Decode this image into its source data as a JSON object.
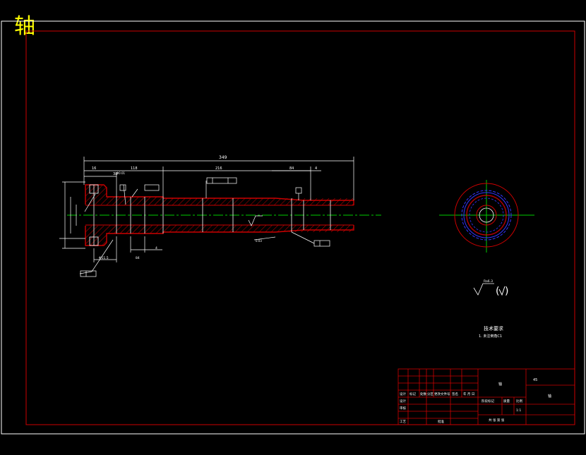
{
  "title": "轴",
  "dimensions": {
    "overall_length": "349",
    "top_dims": [
      "16",
      "38",
      "118",
      "216",
      "84",
      "4"
    ],
    "small_dims": [
      "Φ0.01",
      "0.03"
    ],
    "bottom_dims": [
      "Φ11.5",
      "84",
      "4"
    ]
  },
  "surface_finish": "Ra6.3",
  "tech_requirements": {
    "heading": "技术要求",
    "items": [
      "1. 未注倒角C1"
    ]
  },
  "title_block": {
    "header": [
      "设计",
      "标记",
      "处数",
      "分区",
      "更改文件号",
      "签名",
      "年 月 日"
    ],
    "rows": [
      "设计",
      "审核",
      "工艺"
    ],
    "stage_label": "阶段标记",
    "weight_label": "质量",
    "scale_label": "比例",
    "scale_value": "1:1",
    "approve": "批准",
    "sheets": "共 张 第 张",
    "part_name": "轴",
    "material": "45"
  },
  "colors": {
    "background": "#000000",
    "outline": "#ffffff",
    "border": "#cc0000",
    "center_line": "#00cc00",
    "dimension": "#ffffff",
    "title": "#ffff00",
    "hidden": "#3333ff"
  }
}
